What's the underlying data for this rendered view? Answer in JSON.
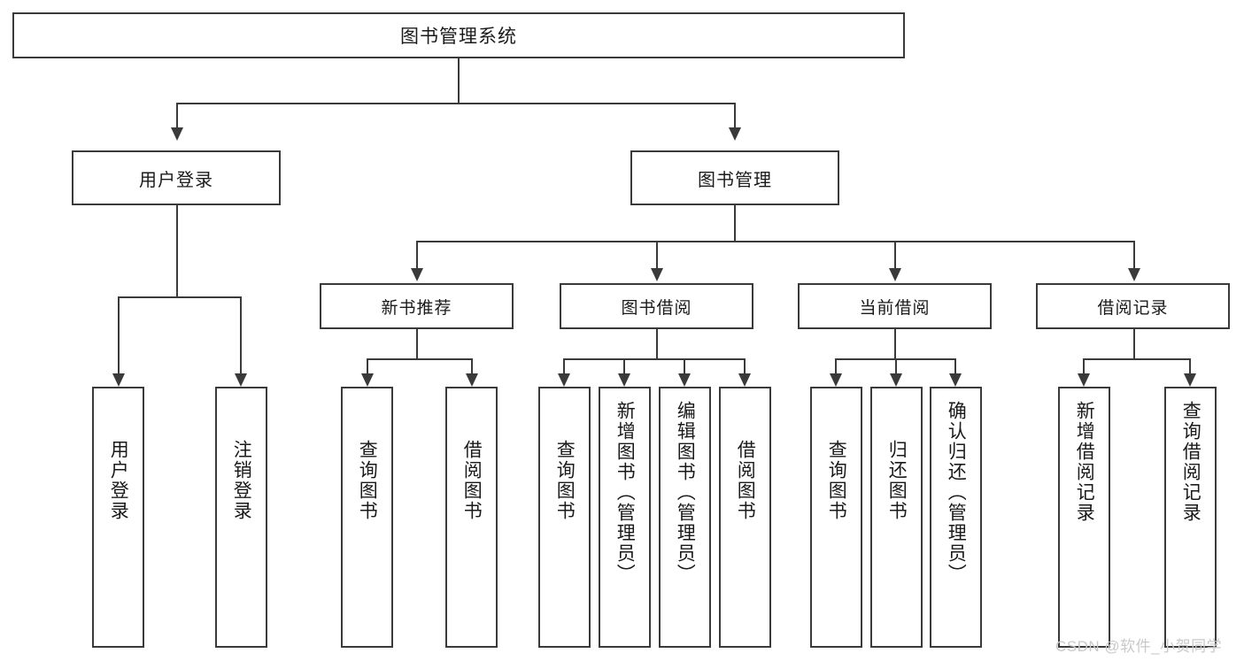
{
  "diagram": {
    "type": "hierarchy-tree",
    "title_node": {
      "label": "图书管理系统"
    },
    "level2": [
      {
        "label": "用户登录"
      },
      {
        "label": "图书管理"
      }
    ],
    "level3": [
      {
        "label": "新书推荐"
      },
      {
        "label": "图书借阅"
      },
      {
        "label": "当前借阅"
      },
      {
        "label": "借阅记录"
      }
    ],
    "leaves": {
      "user_login": [
        {
          "label": "用户登录"
        },
        {
          "label": "注销登录"
        }
      ],
      "new_book_recommend": [
        {
          "label": "查询图书"
        },
        {
          "label": "借阅图书"
        }
      ],
      "book_borrow": [
        {
          "label": "查询图书"
        },
        {
          "label": "新增图书（管理员）"
        },
        {
          "label": "编辑图书（管理员）"
        },
        {
          "label": "借阅图书"
        }
      ],
      "current_borrow": [
        {
          "label": "查询图书"
        },
        {
          "label": "归还图书"
        },
        {
          "label": "确认归还（管理员）"
        }
      ],
      "borrow_record": [
        {
          "label": "新增借阅记录"
        },
        {
          "label": "查询借阅记录"
        }
      ]
    }
  },
  "watermark": {
    "text": "CSDN @软件_小贺同学"
  },
  "colors": {
    "border": "#3a3a3a",
    "text": "#1a1a1a",
    "background": "#ffffff",
    "watermark": "#c9c9c9"
  }
}
